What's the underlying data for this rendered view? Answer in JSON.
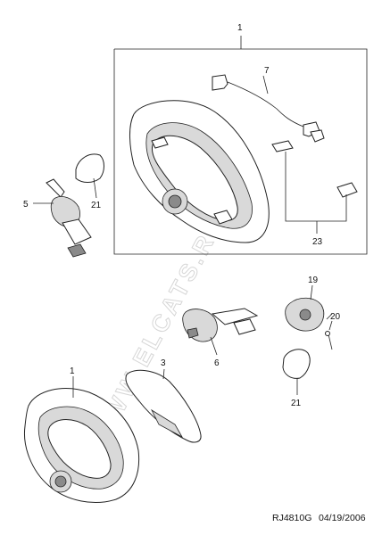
{
  "callouts": {
    "top_1": "1",
    "top_7": "7",
    "top_5": "5",
    "top_21": "21",
    "top_23": "23",
    "bot_19": "19",
    "bot_20": "20",
    "bot_6": "6",
    "bot_1": "1",
    "bot_3": "3",
    "bot_21": "21"
  },
  "watermark": "WWW.ELCATS.RU",
  "footer": {
    "code": "RJ4810G",
    "date": "04/19/2006"
  },
  "colors": {
    "line": "#222222",
    "shade": "#d9d9d9",
    "watermark": "#d6d6d6"
  }
}
